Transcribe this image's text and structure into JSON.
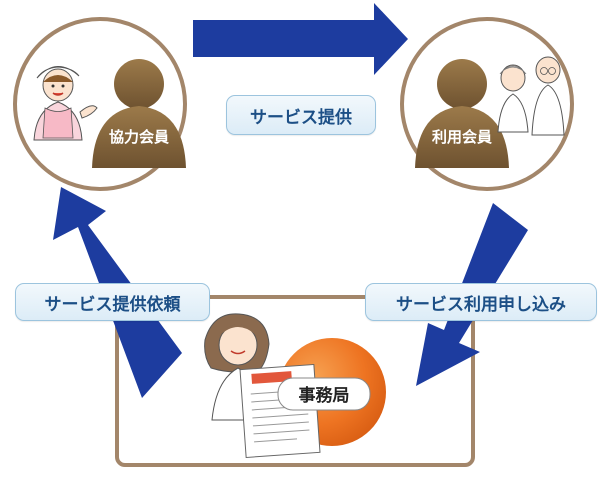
{
  "labels": {
    "cooperating_member": "協力会員",
    "user_member": "利用会員",
    "service_provision": "サービス提供",
    "service_request": "サービス提供依頼",
    "service_application": "サービス利用申し込み",
    "office": "事務局"
  },
  "colors": {
    "arrow": "#1d3c9f",
    "circle_border": "#a3866a",
    "silhouette": "#8a6a3e",
    "office_circle": "#ed6d1c",
    "pill_text": "#1c4f86"
  }
}
